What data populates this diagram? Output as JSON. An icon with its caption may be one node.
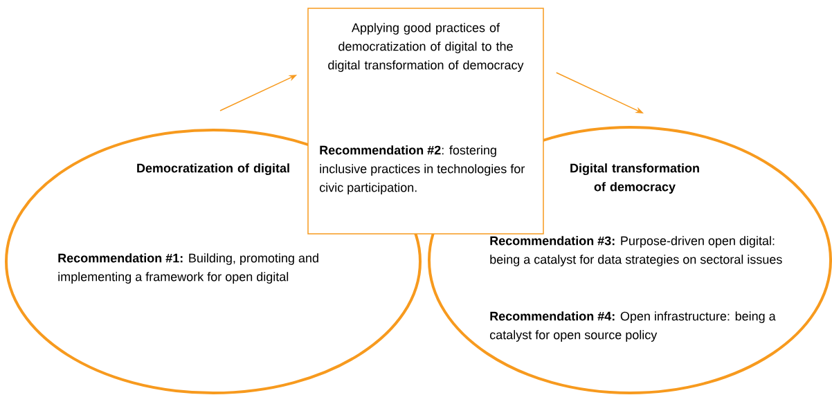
{
  "diagram": {
    "nodes": [
      {
        "text": [
          "Democratization of digital",
          "**Recommendation #1:** Building, promoting and implementing a framework for open digital"
        ]
      },
      {
        "text": [
          "Applying good practices of democratization of digital to the digital transformation of democracy",
          "**Recommendation #2**: fostering inclusive practices in technologies for civic participation."
        ]
      },
      {
        "text": [
          "Digital transformation of democracy",
          "**Recommendation #3:** Purpose-driven open digital: being a catalyst for data strategies on sectoral issues",
          "**Recommendation #4:** Open infrastructure: being a catalyst for open source policy"
        ]
      }
    ],
    "edges": [
      {
        "from": 0,
        "to": 1,
        "arrow": "to"
      },
      {
        "from": 1,
        "to": 2,
        "arrow": "to"
      }
    ]
  }
}
